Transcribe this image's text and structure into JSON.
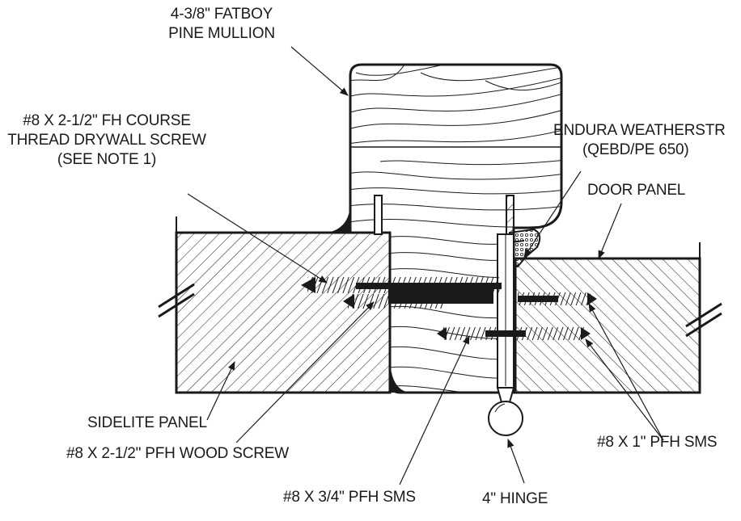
{
  "labels": {
    "mullion_line1": "4-3/8\" FATBOY",
    "mullion_line2": "PINE MULLION",
    "drywall_line1": "#8 X 2-1/2\" FH COURSE",
    "drywall_line2": "THREAD DRYWALL SCREW",
    "drywall_line3": "(SEE NOTE 1)",
    "weather_line1": "ENDURA WEATHERSTR",
    "weather_line2": "(QEBD/PE 650)",
    "door_panel": "DOOR PANEL",
    "sidelite_panel": "SIDELITE PANEL",
    "wood_screw": "#8 X 2-1/2\" PFH WOOD SCREW",
    "sms_1in": "#8 X 1\" PFH SMS",
    "sms_34in": "#8 X 3/4\" PFH SMS",
    "hinge": "4\" HINGE"
  },
  "colors": {
    "ink": "#1a1a1a",
    "background": "#ffffff"
  }
}
